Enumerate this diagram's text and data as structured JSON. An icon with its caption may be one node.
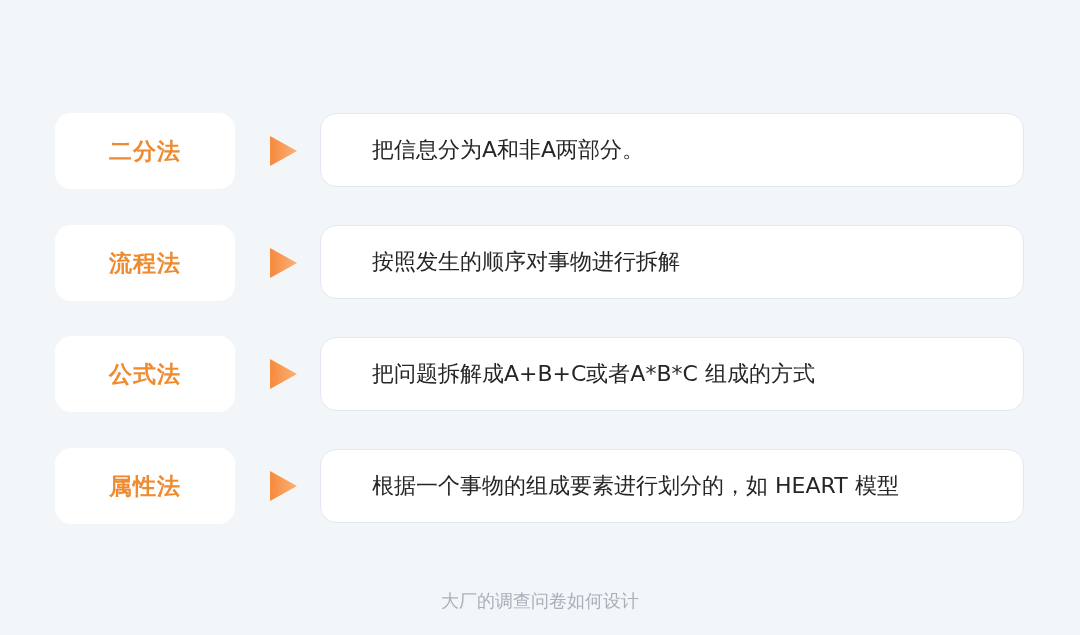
{
  "diagram": {
    "nodes": [
      {
        "text": [
          "二分法"
        ]
      },
      {
        "text": [
          "把信息分为A和非A两部分。"
        ]
      },
      {
        "text": [
          "流程法"
        ]
      },
      {
        "text": [
          "按照发生的顺序对事物进行拆解"
        ]
      },
      {
        "text": [
          "公式法"
        ]
      },
      {
        "text": [
          "把问题拆解成A+B+C或者A*B*C 组成的方式"
        ]
      },
      {
        "text": [
          "属性法"
        ]
      },
      {
        "text": [
          "根据一个事物的组成要素进行划分的，如 HEART 模型"
        ]
      }
    ],
    "edges": [
      {
        "from": 0,
        "to": 1,
        "arrow": "to"
      },
      {
        "from": 2,
        "to": 3,
        "arrow": "to"
      },
      {
        "from": 4,
        "to": 5,
        "arrow": "to"
      },
      {
        "from": 6,
        "to": 7,
        "arrow": "to"
      }
    ],
    "caption": "大厂的调查问卷如何设计"
  }
}
